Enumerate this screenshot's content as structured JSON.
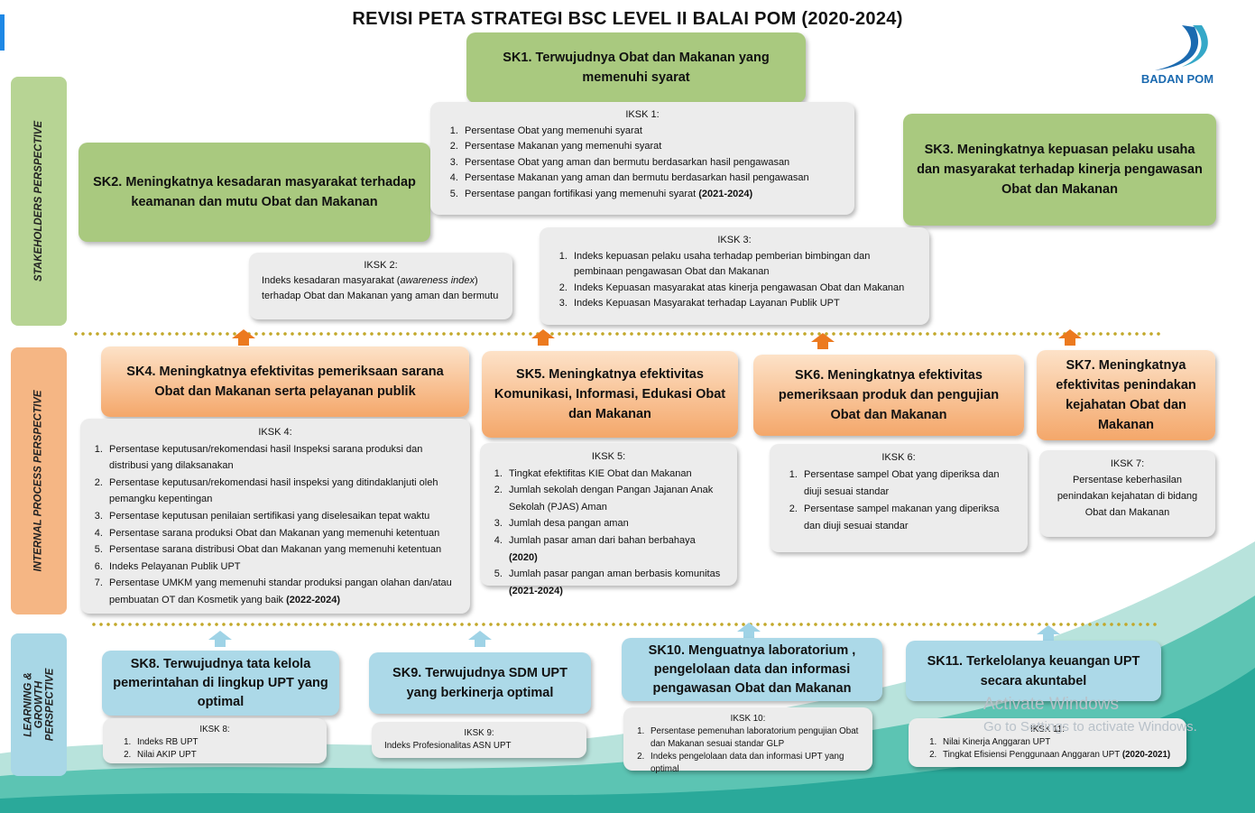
{
  "title": "REVISI PETA STRATEGI BSC LEVEL II BALAI POM (2020-2024)",
  "logo": {
    "text": "BADAN POM",
    "icon": "badan-pom-swoosh"
  },
  "perspectives": {
    "stakeholders": "STAKEHOLDERS PERSPECTIVE",
    "internal": "INTERNAL PROCESS PERSPECTIVE",
    "learning": "LEARNING & GROWTH PERSPECTIVE"
  },
  "sk1": {
    "title": "SK1. Terwujudnya Obat dan Makanan yang memenuhi syarat"
  },
  "sk2": {
    "title": "SK2. Meningkatnya kesadaran masyarakat terhadap keamanan dan mutu Obat dan Makanan"
  },
  "sk3": {
    "title": "SK3. Meningkatnya kepuasan pelaku usaha dan masyarakat terhadap kinerja pengawasan Obat dan Makanan"
  },
  "iksk1": {
    "heading": "IKSK 1:",
    "items": [
      "Persentase Obat yang memenuhi syarat",
      "Persentase Makanan yang memenuhi syarat",
      "Persentase Obat yang aman dan bermutu berdasarkan hasil pengawasan",
      "Persentase Makanan yang aman dan bermutu berdasarkan hasil pengawasan",
      "Persentase pangan fortifikasi yang memenuhi syarat"
    ],
    "item5_suffix": "(2021-2024)"
  },
  "iksk2": {
    "heading": "IKSK 2:",
    "text_a": "Indeks kesadaran masyarakat (",
    "text_italic": "awareness index",
    "text_b": ") terhadap Obat dan Makanan yang aman dan bermutu"
  },
  "iksk3": {
    "heading": "IKSK 3:",
    "items": [
      "Indeks kepuasan pelaku usaha terhadap pemberian bimbingan dan pembinaan pengawasan Obat dan Makanan",
      "Indeks Kepuasan masyarakat atas kinerja pengawasan Obat dan Makanan",
      "Indeks Kepuasan Masyarakat terhadap Layanan Publik UPT"
    ]
  },
  "sk4": {
    "title": "SK4. Meningkatnya efektivitas pemeriksaan sarana Obat dan Makanan serta pelayanan publik"
  },
  "sk5": {
    "title": "SK5. Meningkatnya efektivitas Komunikasi, Informasi, Edukasi Obat dan Makanan"
  },
  "sk6": {
    "title": "SK6. Meningkatnya efektivitas pemeriksaan produk dan pengujian Obat dan Makanan"
  },
  "sk7": {
    "title": "SK7. Meningkatnya efektivitas penindakan kejahatan Obat dan Makanan"
  },
  "iksk4": {
    "heading": "IKSK 4:",
    "items": [
      "Persentase keputusan/rekomendasi hasil Inspeksi sarana produksi dan distribusi yang dilaksanakan",
      "Persentase keputusan/rekomendasi hasil inspeksi yang ditindaklanjuti oleh pemangku kepentingan",
      "Persentase keputusan penilaian sertifikasi yang diselesaikan tepat waktu",
      "Persentase sarana produksi Obat dan Makanan yang memenuhi ketentuan",
      "Persentase sarana distribusi Obat dan Makanan yang memenuhi ketentuan",
      "Indeks Pelayanan Publik UPT",
      "Persentase UMKM yang memenuhi standar produksi pangan olahan dan/atau pembuatan OT dan Kosmetik yang baik"
    ],
    "item7_suffix": "(2022-2024)"
  },
  "iksk5": {
    "heading": "IKSK 5:",
    "items": [
      "Tingkat efektifitas KIE Obat dan Makanan",
      "Jumlah sekolah dengan Pangan Jajanan Anak Sekolah (PJAS) Aman",
      "Jumlah desa pangan aman",
      "Jumlah pasar aman dari bahan berbahaya",
      "Jumlah pasar pangan aman berbasis komunitas"
    ],
    "item4_suffix": "(2020)",
    "item5_suffix": "(2021-2024)"
  },
  "iksk6": {
    "heading": "IKSK 6:",
    "items": [
      "Persentase sampel Obat yang diperiksa dan diuji sesuai standar",
      "Persentase sampel makanan yang diperiksa dan diuji sesuai standar"
    ]
  },
  "iksk7": {
    "heading": "IKSK 7:",
    "text": "Persentase keberhasilan penindakan kejahatan di bidang Obat dan Makanan"
  },
  "sk8": {
    "title": "SK8. Terwujudnya tata kelola pemerintahan di lingkup UPT yang optimal"
  },
  "sk9": {
    "title": "SK9. Terwujudnya SDM UPT yang berkinerja optimal"
  },
  "sk10": {
    "title": "SK10. Menguatnya laboratorium , pengelolaan data dan informasi pengawasan Obat dan Makanan"
  },
  "sk11": {
    "title": "SK11. Terkelolanya keuangan UPT secara akuntabel"
  },
  "iksk8": {
    "heading": "IKSK 8:",
    "items": [
      "Indeks RB UPT",
      "Nilai AKIP UPT"
    ]
  },
  "iksk9": {
    "heading": "IKSK 9:",
    "text": "Indeks Profesionalitas ASN UPT"
  },
  "iksk10": {
    "heading": "IKSK 10:",
    "items": [
      "Persentase pemenuhan laboratorium pengujian Obat dan Makanan sesuai standar GLP",
      "Indeks pengelolaan data dan informasi UPT yang optimal"
    ]
  },
  "iksk11": {
    "heading": "IKSK 11:",
    "items": [
      "Nilai Kinerja Anggaran UPT",
      "Tingkat Efisiensi Penggunaan Anggaran UPT"
    ],
    "item2_suffix": "(2020-2021)"
  },
  "watermark": {
    "line1": "Activate Windows",
    "line2": "Go to Settings to activate Windows."
  },
  "colors": {
    "green": "#a9c97f",
    "orange": "#f4a76a",
    "blue": "#acd9e8",
    "grey_box": "#ececec",
    "teal_wave": "#3bb8a8",
    "logo_blue": "#1b6ab0"
  }
}
